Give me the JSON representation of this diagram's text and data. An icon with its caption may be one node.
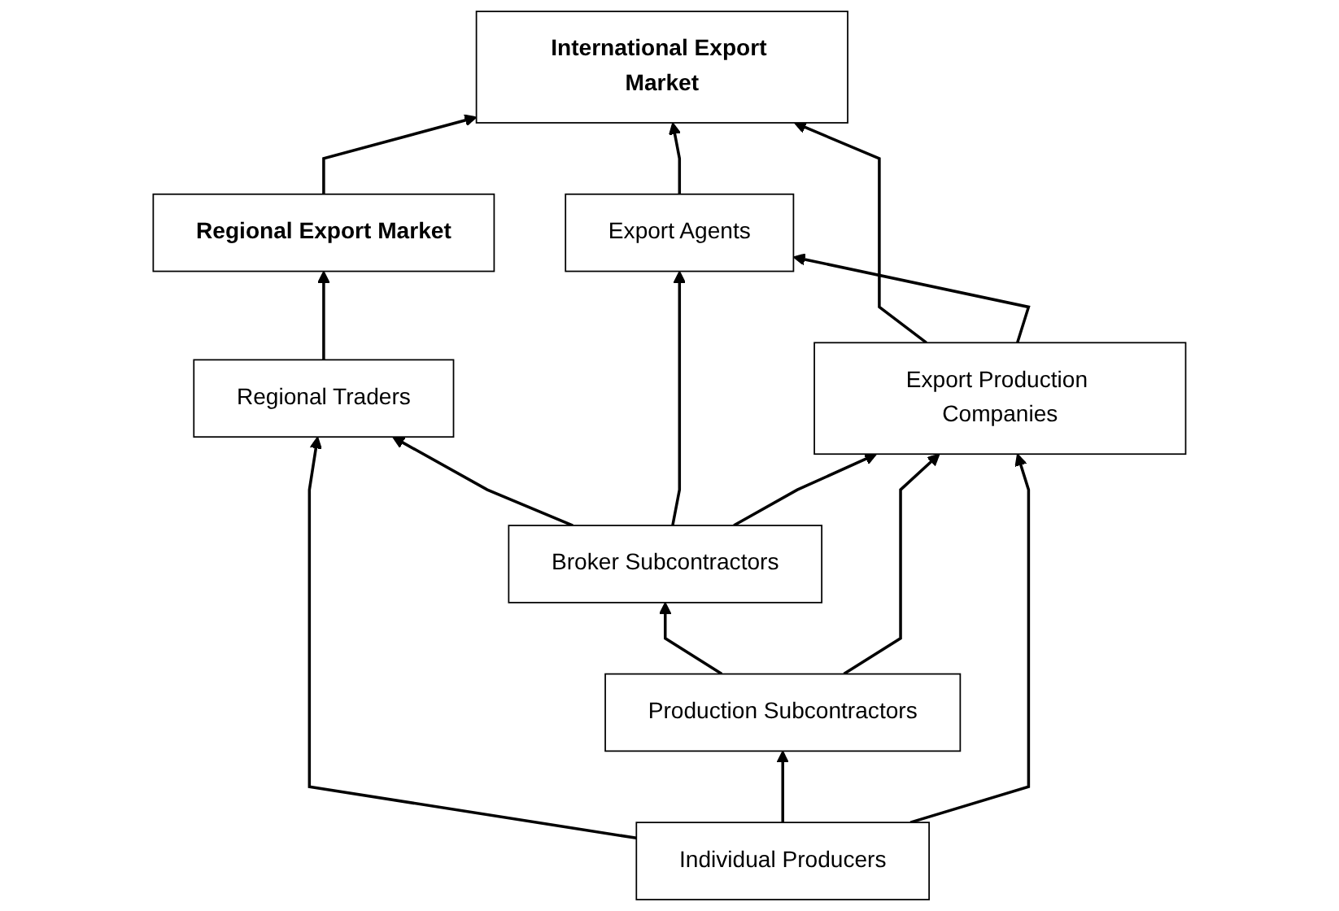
{
  "diagram": {
    "nodes": [
      {
        "text": [
          "Regional Export Market"
        ]
      },
      {
        "text": [
          "International Export Market"
        ]
      },
      {
        "text": [
          "Regional Traders"
        ]
      },
      {
        "text": [
          "Export Agents"
        ]
      },
      {
        "text": [
          "Export Production Companies"
        ]
      },
      {
        "text": [
          "Broker Subcontractors"
        ]
      },
      {
        "text": [
          "Production Subcontractors"
        ]
      },
      {
        "text": [
          "Individual Producers"
        ]
      }
    ],
    "edges": [
      {
        "from": 2,
        "to": 0,
        "arrow": "to"
      },
      {
        "from": 0,
        "to": 1,
        "arrow": "to"
      },
      {
        "from": 3,
        "to": 1,
        "arrow": "to"
      },
      {
        "from": 4,
        "to": 1,
        "arrow": "to"
      },
      {
        "from": 4,
        "to": 3,
        "arrow": "to"
      },
      {
        "from": 5,
        "to": 2,
        "arrow": "to"
      },
      {
        "from": 5,
        "to": 3,
        "arrow": "to"
      },
      {
        "from": 5,
        "to": 4,
        "arrow": "to"
      },
      {
        "from": 6,
        "to": 5,
        "arrow": "to"
      },
      {
        "from": 6,
        "to": 4,
        "arrow": "to"
      },
      {
        "from": 7,
        "to": 2,
        "arrow": "to"
      },
      {
        "from": 7,
        "to": 6,
        "arrow": "to"
      },
      {
        "from": 7,
        "to": 4,
        "arrow": "to"
      }
    ]
  }
}
